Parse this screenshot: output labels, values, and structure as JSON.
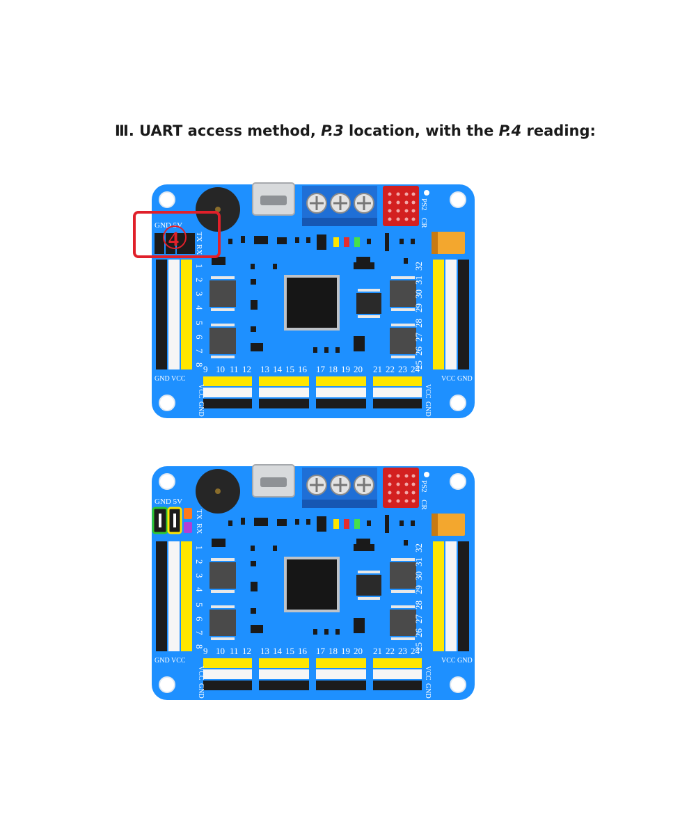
{
  "heading": {
    "prefix": "Ⅲ. UART access method,",
    "ref1": "P.3",
    "middle": "location, with the",
    "ref2": "P.4",
    "suffix": "reading:"
  },
  "callout_number": "4",
  "board": {
    "uart_power_label": "GND 5V",
    "tx_label": "TX",
    "rx_label": "RX",
    "ps2_label": "PS2",
    "cr_label": "CR",
    "left_channels": [
      "1",
      "2",
      "3",
      "4",
      "5",
      "6",
      "7",
      "8"
    ],
    "right_channels": [
      "25",
      "26",
      "27",
      "28",
      "29",
      "30",
      "31",
      "32"
    ],
    "bottom_channels": [
      "9",
      "10",
      "11",
      "12",
      "13",
      "14",
      "15",
      "16",
      "17",
      "18",
      "19",
      "20",
      "21",
      "22",
      "23",
      "24"
    ],
    "left_power_label": "GND VCC",
    "right_power_label": "VCC GND",
    "bottom_vcc_label": "VCC",
    "bottom_gnd_label": "GND"
  },
  "colors": {
    "pcb_blue": "#1e90ff",
    "header_black": "#1c1c1c",
    "header_white": "#f5f5f5",
    "header_yellow": "#ffe600",
    "terminal_blue": "#1f6fd6",
    "socket_red": "#d32020",
    "capacitor_orange": "#f3a72e",
    "callout_red": "#e0202a",
    "jumper_green": "#31c82f",
    "jumper_orange": "#ff7a1a",
    "jumper_purple": "#b23fd6"
  }
}
